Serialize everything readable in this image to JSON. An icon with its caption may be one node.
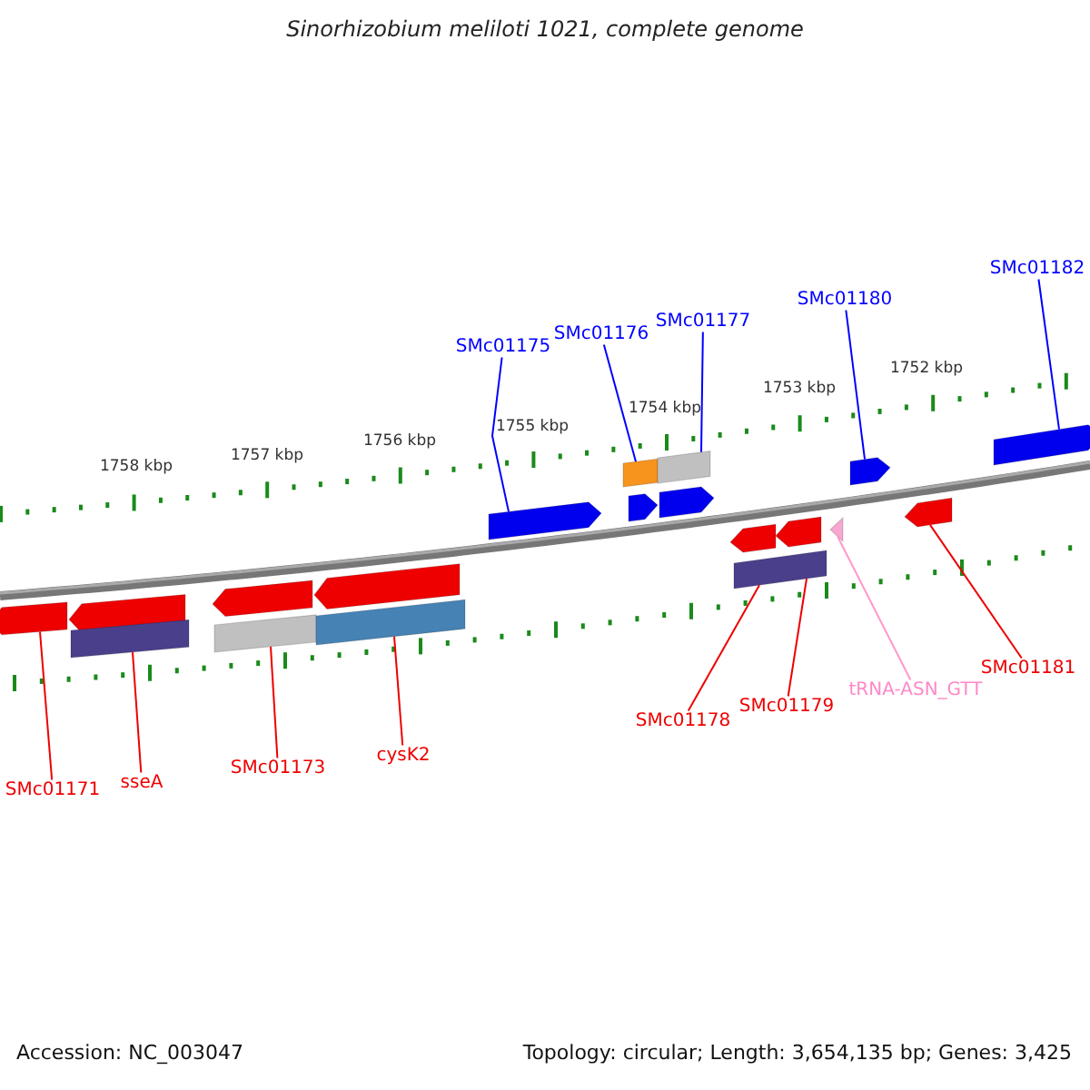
{
  "diagram": {
    "title": "Sinorhizobium meliloti 1021, complete genome",
    "nodes": [
      {
        "text": [
          "SMc01175"
        ]
      },
      {
        "text": [
          "SMc01176"
        ]
      },
      {
        "text": [
          "SMc01177"
        ]
      },
      {
        "text": [
          "SMc01180"
        ]
      },
      {
        "text": [
          "SMc01182"
        ]
      },
      {
        "text": [
          "SMc01171"
        ]
      },
      {
        "text": [
          "sseA"
        ]
      },
      {
        "text": [
          "SMc01173"
        ]
      },
      {
        "text": [
          "cysK2"
        ]
      },
      {
        "text": [
          "SMc01178"
        ]
      },
      {
        "text": [
          "SMc01179"
        ]
      },
      {
        "text": [
          "tRNA-ASN_GTT"
        ]
      },
      {
        "text": [
          "SMc01181"
        ]
      },
      {
        "text": [],
        "shape": "arrow"
      },
      {
        "text": [],
        "shape": "arrow"
      },
      {
        "text": [],
        "shape": "bar"
      },
      {
        "text": [],
        "shape": "arrow"
      },
      {
        "text": [],
        "shape": "bar"
      },
      {
        "text": [],
        "shape": "arrow"
      },
      {
        "text": [],
        "shape": "bar"
      },
      {
        "text": [],
        "shape": "arrow"
      },
      {
        "text": [],
        "shape": "bar"
      },
      {
        "text": [],
        "shape": "arrow"
      },
      {
        "text": [],
        "shape": "bar"
      },
      {
        "text": [],
        "shape": "arrow"
      },
      {
        "text": [],
        "shape": "arrow"
      },
      {
        "text": [],
        "shape": "bar"
      },
      {
        "text": [],
        "shape": "arrow"
      },
      {
        "text": [],
        "shape": "triangle"
      },
      {
        "text": [],
        "shape": "arrow"
      },
      {
        "text": [],
        "shape": "arrow"
      },
      {
        "text": [],
        "shape": "arrow"
      }
    ],
    "edges": [
      {
        "from": 0,
        "to": 20,
        "arrow": "none",
        "color": "#0000ff"
      },
      {
        "from": 1,
        "to": 21,
        "arrow": "none",
        "color": "#0000ff"
      },
      {
        "from": 2,
        "to": 23,
        "arrow": "none",
        "color": "#0000ff"
      },
      {
        "from": 3,
        "to": 29,
        "arrow": "none",
        "color": "#0000ff"
      },
      {
        "from": 4,
        "to": 31,
        "arrow": "none",
        "color": "#0000ff"
      },
      {
        "from": 5,
        "to": 13,
        "arrow": "none"
      },
      {
        "from": 6,
        "to": 15,
        "arrow": "none"
      },
      {
        "from": 7,
        "to": 17,
        "arrow": "none"
      },
      {
        "from": 8,
        "to": 19,
        "arrow": "none"
      },
      {
        "from": 9,
        "to": 26,
        "arrow": "none"
      },
      {
        "from": 10,
        "to": 26,
        "arrow": "none"
      },
      {
        "from": 11,
        "to": 28,
        "arrow": "none",
        "color": "#ff99cc"
      },
      {
        "from": 12,
        "to": 30,
        "arrow": "none"
      }
    ],
    "labels": [
      "1758 kbp",
      "1757 kbp",
      "1756 kbp",
      "1755 kbp",
      "1754 kbp",
      "1753 kbp",
      "1752 kbp",
      "Accession: NC_003047",
      "Topology: circular; Length: 3,654,135 bp; Genes: 3,425"
    ]
  }
}
